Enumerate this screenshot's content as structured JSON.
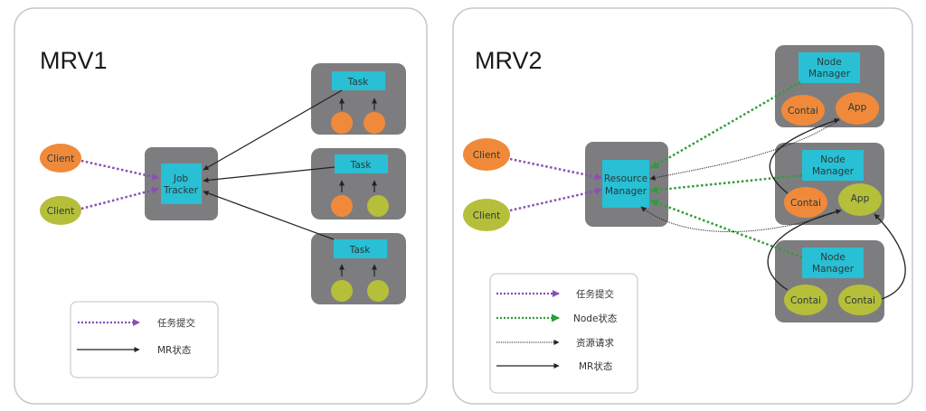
{
  "colors": {
    "panel_border": "#c8c8c8",
    "host_box": "#7d7d80",
    "component": "#29bfd4",
    "orange": "#f08a3a",
    "olive": "#b5bf3a",
    "purple": "#8a4fb4",
    "green": "#2f9e3a",
    "black": "#222222"
  },
  "mrv1": {
    "title": "MRV1",
    "clients": [
      {
        "label": "Client",
        "color": "orange"
      },
      {
        "label": "Client",
        "color": "olive"
      }
    ],
    "job_tracker": {
      "line1": "Job",
      "line2": "Tracker"
    },
    "task_nodes": [
      {
        "label": "Task",
        "slots": [
          "orange",
          "orange"
        ]
      },
      {
        "label": "Task",
        "slots": [
          "orange",
          "olive"
        ]
      },
      {
        "label": "Task",
        "slots": [
          "olive",
          "olive"
        ]
      }
    ],
    "legend": [
      {
        "style": "purple-dotted",
        "label": "任务提交"
      },
      {
        "style": "black-solid",
        "label": "MR状态"
      }
    ]
  },
  "mrv2": {
    "title": "MRV2",
    "clients": [
      {
        "label": "Client",
        "color": "orange"
      },
      {
        "label": "Client",
        "color": "olive"
      }
    ],
    "resource_manager": {
      "line1": "Resource",
      "line2": "Manager"
    },
    "node_managers": [
      {
        "line1": "Node",
        "line2": "Manager",
        "containers": [
          {
            "label": "Contai",
            "color": "orange"
          },
          {
            "label": "App",
            "color": "orange"
          }
        ]
      },
      {
        "line1": "Node",
        "line2": "Manager",
        "containers": [
          {
            "label": "Contai",
            "color": "orange"
          },
          {
            "label": "App",
            "color": "olive"
          }
        ]
      },
      {
        "line1": "Node",
        "line2": "Manager",
        "containers": [
          {
            "label": "Contai",
            "color": "olive"
          },
          {
            "label": "Contai",
            "color": "olive"
          }
        ]
      }
    ],
    "legend": [
      {
        "style": "purple-dotted",
        "label": "任务提交"
      },
      {
        "style": "green-dotted",
        "label": "Node状态"
      },
      {
        "style": "black-fine-dotted",
        "label": "资源请求"
      },
      {
        "style": "black-solid",
        "label": "MR状态"
      }
    ]
  }
}
